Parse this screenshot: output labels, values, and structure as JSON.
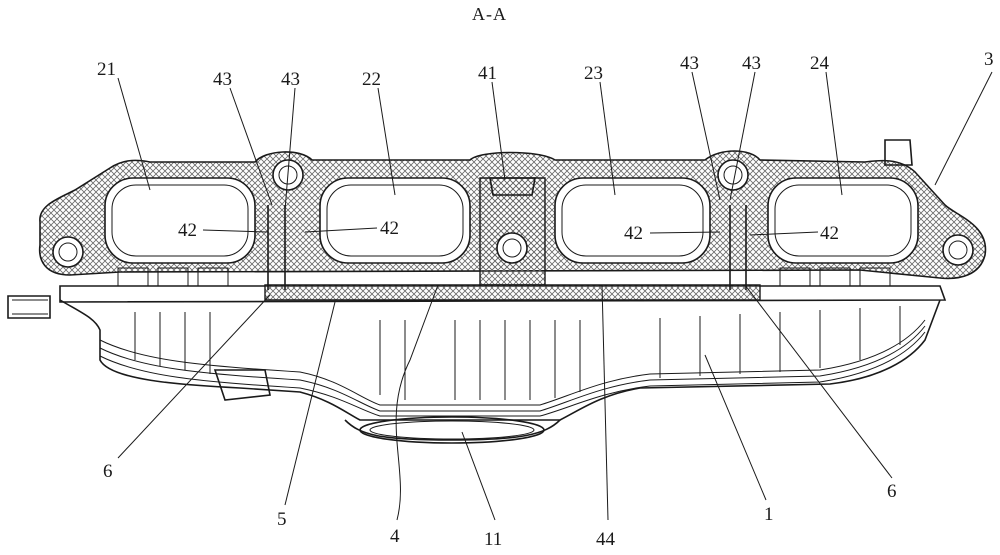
{
  "section_title": "A-A",
  "labels": {
    "l21": "21",
    "l43a": "43",
    "l43b": "43",
    "l22": "22",
    "l41": "41",
    "l23": "23",
    "l43c": "43",
    "l43d": "43",
    "l24": "24",
    "l3": "3",
    "l42a": "42",
    "l42b": "42",
    "l42c": "42",
    "l42d": "42",
    "l6a": "6",
    "l5": "5",
    "l4": "4",
    "l11": "11",
    "l44": "44",
    "l1": "1",
    "l6b": "6"
  }
}
